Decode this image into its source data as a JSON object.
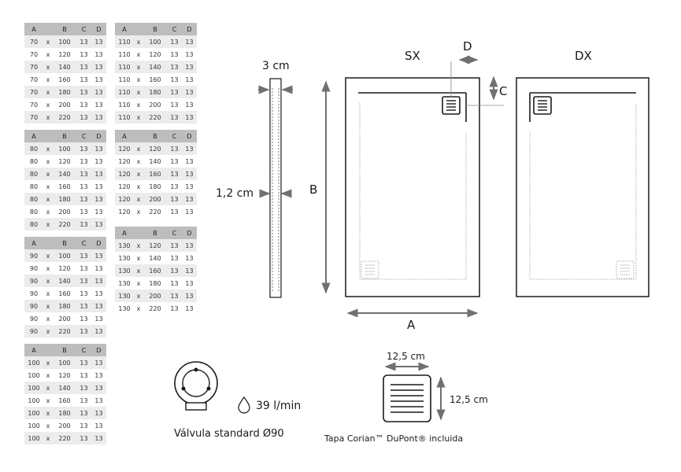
{
  "table_header": [
    "A",
    "B",
    "C",
    "D"
  ],
  "tables": [
    {
      "rows": [
        [
          "70",
          "x",
          "100",
          "13",
          "13"
        ],
        [
          "70",
          "x",
          "120",
          "13",
          "13"
        ],
        [
          "70",
          "x",
          "140",
          "13",
          "13"
        ],
        [
          "70",
          "x",
          "160",
          "13",
          "13"
        ],
        [
          "70",
          "x",
          "180",
          "13",
          "13"
        ],
        [
          "70",
          "x",
          "200",
          "13",
          "13"
        ],
        [
          "70",
          "x",
          "220",
          "13",
          "13"
        ]
      ]
    },
    {
      "rows": [
        [
          "80",
          "x",
          "100",
          "13",
          "13"
        ],
        [
          "80",
          "x",
          "120",
          "13",
          "13"
        ],
        [
          "80",
          "x",
          "140",
          "13",
          "13"
        ],
        [
          "80",
          "x",
          "160",
          "13",
          "13"
        ],
        [
          "80",
          "x",
          "180",
          "13",
          "13"
        ],
        [
          "80",
          "x",
          "200",
          "13",
          "13"
        ],
        [
          "80",
          "x",
          "220",
          "13",
          "13"
        ]
      ]
    },
    {
      "rows": [
        [
          "90",
          "x",
          "100",
          "13",
          "13"
        ],
        [
          "90",
          "x",
          "120",
          "13",
          "13"
        ],
        [
          "90",
          "x",
          "140",
          "13",
          "13"
        ],
        [
          "90",
          "x",
          "160",
          "13",
          "13"
        ],
        [
          "90",
          "x",
          "180",
          "13",
          "13"
        ],
        [
          "90",
          "x",
          "200",
          "13",
          "13"
        ],
        [
          "90",
          "x",
          "220",
          "13",
          "13"
        ]
      ]
    },
    {
      "rows": [
        [
          "100",
          "x",
          "100",
          "13",
          "13"
        ],
        [
          "100",
          "x",
          "120",
          "13",
          "13"
        ],
        [
          "100",
          "x",
          "140",
          "13",
          "13"
        ],
        [
          "100",
          "x",
          "160",
          "13",
          "13"
        ],
        [
          "100",
          "x",
          "180",
          "13",
          "13"
        ],
        [
          "100",
          "x",
          "200",
          "13",
          "13"
        ],
        [
          "100",
          "x",
          "220",
          "13",
          "13"
        ]
      ]
    },
    {
      "rows": [
        [
          "110",
          "x",
          "100",
          "13",
          "13"
        ],
        [
          "110",
          "x",
          "120",
          "13",
          "13"
        ],
        [
          "110",
          "x",
          "140",
          "13",
          "13"
        ],
        [
          "110",
          "x",
          "160",
          "13",
          "13"
        ],
        [
          "110",
          "x",
          "180",
          "13",
          "13"
        ],
        [
          "110",
          "x",
          "200",
          "13",
          "13"
        ],
        [
          "110",
          "x",
          "220",
          "13",
          "13"
        ]
      ]
    },
    {
      "rows": [
        [
          "120",
          "x",
          "120",
          "13",
          "13"
        ],
        [
          "120",
          "x",
          "140",
          "13",
          "13"
        ],
        [
          "120",
          "x",
          "160",
          "13",
          "13"
        ],
        [
          "120",
          "x",
          "180",
          "13",
          "13"
        ],
        [
          "120",
          "x",
          "200",
          "13",
          "13"
        ],
        [
          "120",
          "x",
          "220",
          "13",
          "13"
        ]
      ]
    },
    {
      "rows": [
        [
          "130",
          "x",
          "120",
          "13",
          "13"
        ],
        [
          "130",
          "x",
          "140",
          "13",
          "13"
        ],
        [
          "130",
          "x",
          "160",
          "13",
          "13"
        ],
        [
          "130",
          "x",
          "180",
          "13",
          "13"
        ],
        [
          "130",
          "x",
          "200",
          "13",
          "13"
        ],
        [
          "130",
          "x",
          "220",
          "13",
          "13"
        ]
      ]
    }
  ],
  "labels": {
    "thickness_top": "3 cm",
    "thickness_side": "1,2 cm",
    "dim_a": "A",
    "dim_b": "B",
    "dim_c": "C",
    "dim_d": "D",
    "left_version": "SX",
    "right_version": "DX",
    "flow_rate": "39 l/min",
    "valve_caption": "Válvula standard Ø90",
    "cover_width": "12,5 cm",
    "cover_height": "12,5 cm",
    "cover_caption": "Tapa Corian™ DuPont® incluida"
  },
  "icons": [
    "drain-grate-icon",
    "water-drop-icon",
    "valve-icon"
  ],
  "colors": {
    "line": "#1a1a1a",
    "arrow": "#707070",
    "table_header": "#bdbdbd",
    "table_alt_row": "#ececec"
  }
}
